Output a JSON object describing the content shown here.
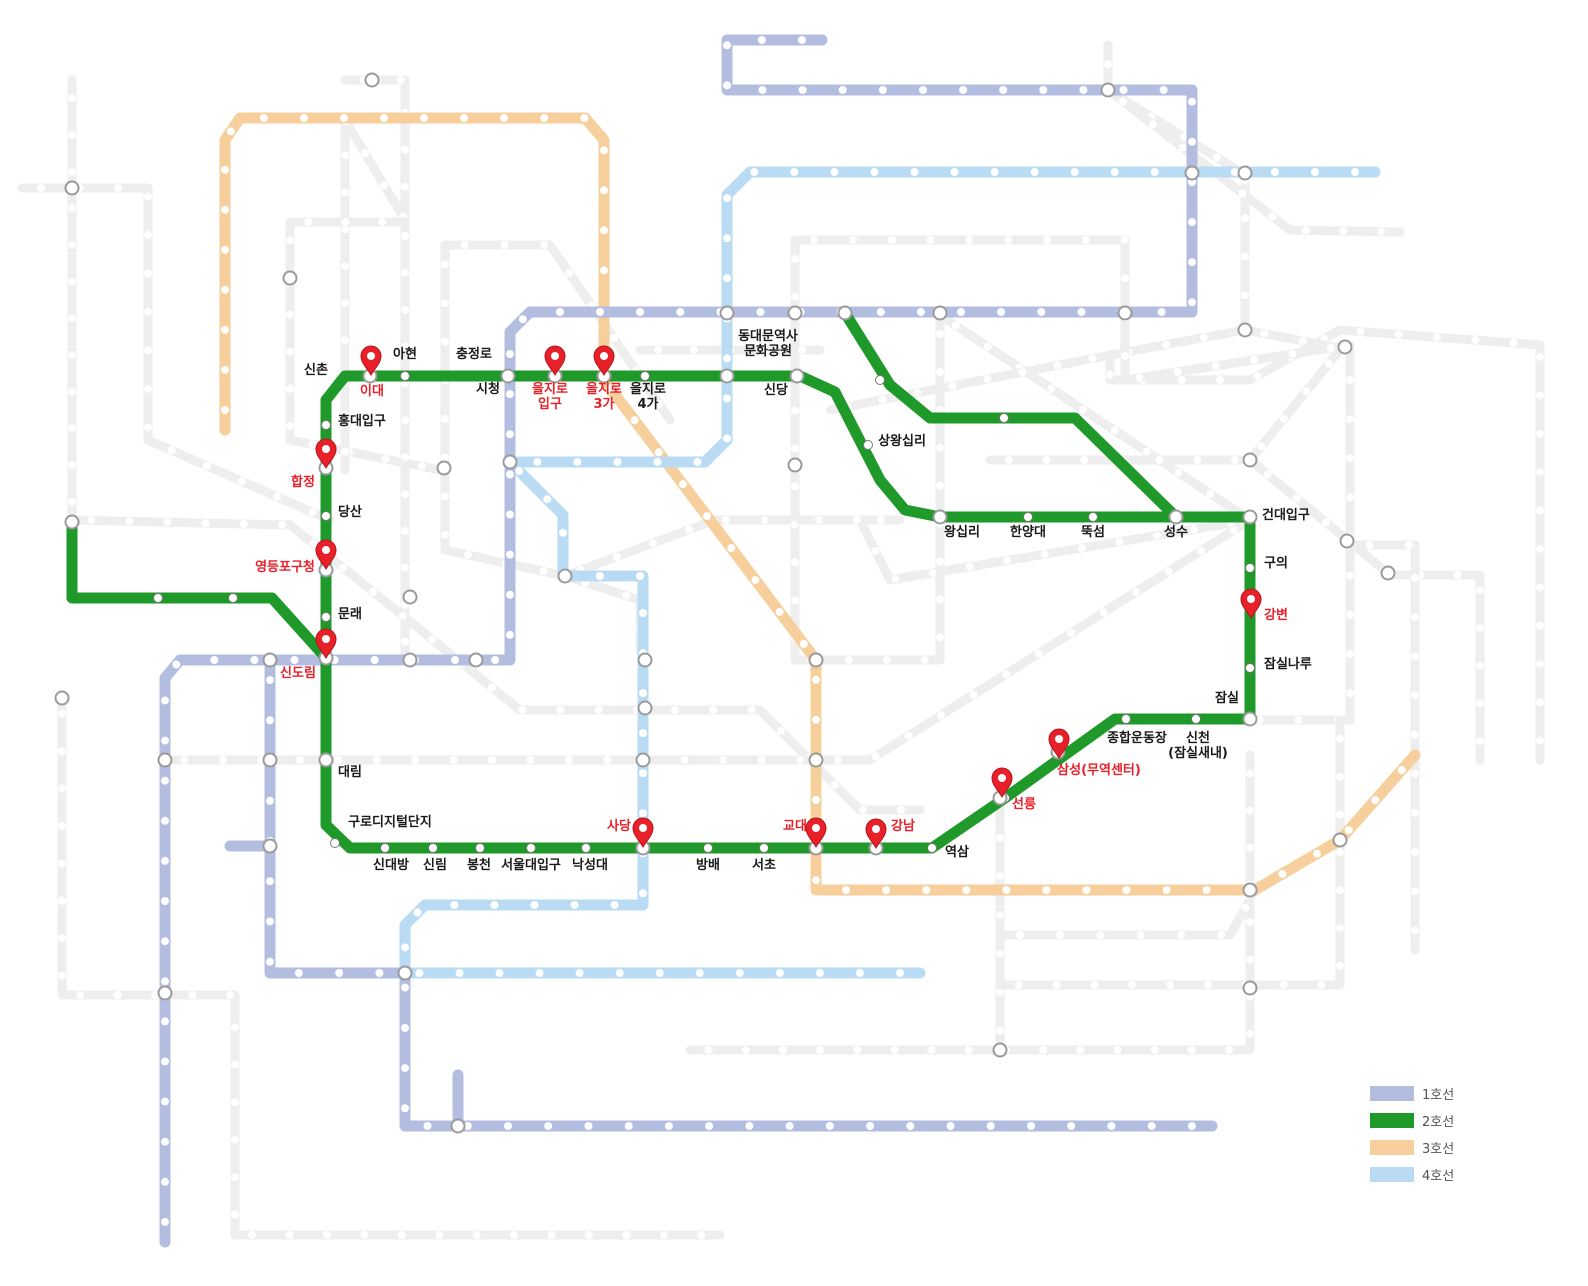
{
  "map": {
    "colors": {
      "line1": "#b3bde0",
      "line2": "#1f9a2a",
      "line3": "#f6cf9c",
      "line4": "#b9dcf4",
      "other": "#eeeeee",
      "pin": "#e8202a",
      "label_normal": "#1a1a1a",
      "label_highlight": "#e8202a"
    },
    "stations": [
      {
        "id": "sinchon",
        "name": "신촌",
        "highlight": false
      },
      {
        "id": "ewha",
        "name": "이대",
        "highlight": true
      },
      {
        "id": "ahyeon",
        "name": "아현",
        "highlight": false
      },
      {
        "id": "chungjeongno",
        "name": "충정로",
        "highlight": false
      },
      {
        "id": "cityhall",
        "name": "시청",
        "highlight": false
      },
      {
        "id": "euljiro1",
        "name": "을지로\n입구",
        "highlight": true
      },
      {
        "id": "euljiro3",
        "name": "을지로\n3가",
        "highlight": true
      },
      {
        "id": "euljiro4",
        "name": "을지로\n4가",
        "highlight": false
      },
      {
        "id": "ddp",
        "name": "동대문역사\n문화공원",
        "highlight": false
      },
      {
        "id": "sindang",
        "name": "신당",
        "highlight": false
      },
      {
        "id": "sangwangsimni",
        "name": "상왕십리",
        "highlight": false
      },
      {
        "id": "wangsimni",
        "name": "왕십리",
        "highlight": false
      },
      {
        "id": "hanyang",
        "name": "한양대",
        "highlight": false
      },
      {
        "id": "ttukseom",
        "name": "뚝섬",
        "highlight": false
      },
      {
        "id": "seongsu",
        "name": "성수",
        "highlight": false
      },
      {
        "id": "konkuk",
        "name": "건대입구",
        "highlight": false
      },
      {
        "id": "guui",
        "name": "구의",
        "highlight": false
      },
      {
        "id": "gangbyeon",
        "name": "강변",
        "highlight": true
      },
      {
        "id": "jamsillaru",
        "name": "잠실나루",
        "highlight": false
      },
      {
        "id": "jamsil",
        "name": "잠실",
        "highlight": false
      },
      {
        "id": "sincheon",
        "name": "신천\n(잠실새내)",
        "highlight": false
      },
      {
        "id": "sports",
        "name": "종합운동장",
        "highlight": false
      },
      {
        "id": "samseong",
        "name": "삼성(무역센터)",
        "highlight": true
      },
      {
        "id": "seolleung",
        "name": "선릉",
        "highlight": true
      },
      {
        "id": "yeoksam",
        "name": "역삼",
        "highlight": false
      },
      {
        "id": "gangnam",
        "name": "강남",
        "highlight": true
      },
      {
        "id": "gyodae",
        "name": "교대",
        "highlight": true
      },
      {
        "id": "seocho",
        "name": "서초",
        "highlight": false
      },
      {
        "id": "bangbae",
        "name": "방배",
        "highlight": false
      },
      {
        "id": "sadang",
        "name": "사당",
        "highlight": true
      },
      {
        "id": "nakseongdae",
        "name": "낙성대",
        "highlight": false
      },
      {
        "id": "snu",
        "name": "서울대입구",
        "highlight": false
      },
      {
        "id": "bongcheon",
        "name": "봉천",
        "highlight": false
      },
      {
        "id": "sillim",
        "name": "신림",
        "highlight": false
      },
      {
        "id": "sindaebang",
        "name": "신대방",
        "highlight": false
      },
      {
        "id": "guro",
        "name": "구로디지털단지",
        "highlight": false
      },
      {
        "id": "daerim",
        "name": "대림",
        "highlight": false
      },
      {
        "id": "sindorim",
        "name": "신도림",
        "highlight": true
      },
      {
        "id": "mullae",
        "name": "문래",
        "highlight": false
      },
      {
        "id": "ydp",
        "name": "영등포구청",
        "highlight": true
      },
      {
        "id": "dangsan",
        "name": "당산",
        "highlight": false
      },
      {
        "id": "hapjeong",
        "name": "합정",
        "highlight": true
      },
      {
        "id": "hongik",
        "name": "홍대입구",
        "highlight": false
      }
    ]
  },
  "legend": [
    {
      "label": "1호선",
      "color": "#b3bde0"
    },
    {
      "label": "2호선",
      "color": "#1f9a2a"
    },
    {
      "label": "3호선",
      "color": "#f6cf9c"
    },
    {
      "label": "4호선",
      "color": "#b9dcf4"
    }
  ]
}
